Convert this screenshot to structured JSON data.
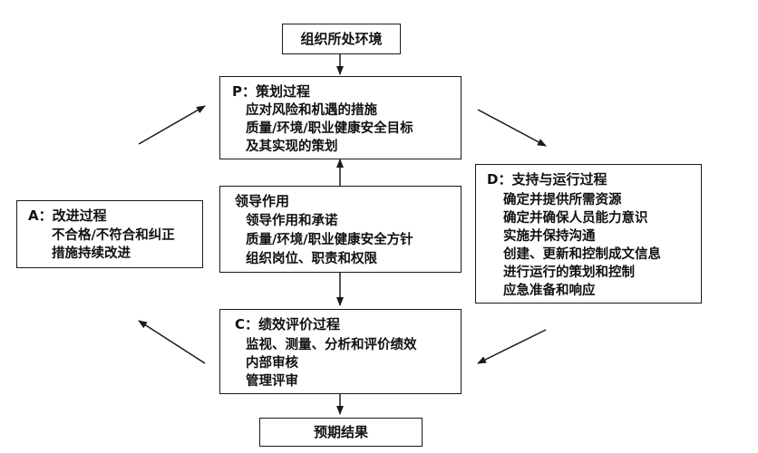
{
  "context": {
    "label": "组织所处环境"
  },
  "plan": {
    "title": "P：策划过程",
    "items": [
      "应对风险和机遇的措施",
      "质量/环境/职业健康安全目标",
      "及其实现的策划"
    ]
  },
  "leadership": {
    "title": "领导作用",
    "items": [
      "领导作用和承诺",
      "质量/环境/职业健康安全方针",
      "组织岗位、职责和权限"
    ]
  },
  "check": {
    "title": "C：绩效评价过程",
    "items": [
      "监视、测量、分析和评价绩效",
      "内部审核",
      "管理评审"
    ]
  },
  "do": {
    "title": "D：支持与运行过程",
    "items": [
      "确定并提供所需资源",
      "确定并确保人员能力意识",
      "实施并保持沟通",
      "创建、更新和控制成文信息",
      "进行运行的策划和控制",
      "应急准备和响应"
    ]
  },
  "act": {
    "title": "A：改进过程",
    "items": [
      "不合格/不符合和纠正",
      "措施持续改进"
    ]
  },
  "outcome": {
    "label": "预期结果"
  }
}
